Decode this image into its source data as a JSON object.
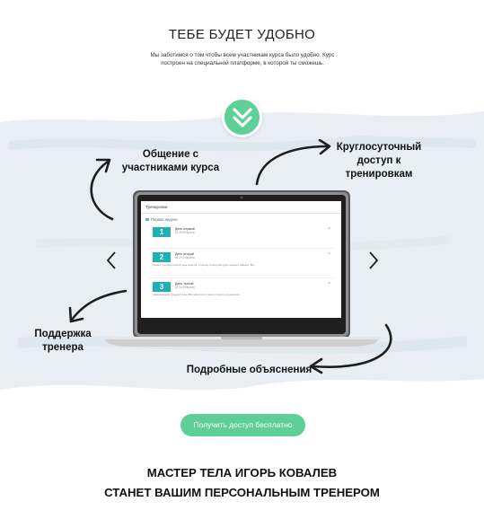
{
  "header": {
    "title": "ТЕБЕ БУДЕТ УДОБНО",
    "subtitle": "Мы заботимся о том чтобы всем участникам курса было удобно. Курс построен на специальной платформе, в которой ты сможешь:"
  },
  "features": {
    "top_left": [
      "Общение с",
      "участниками курса"
    ],
    "top_right": [
      "Круглосуточный",
      "доступ к",
      "тренировкам"
    ],
    "bottom_left": [
      "Поддержка",
      "тренера"
    ],
    "bottom_center": "Подробные объяснения"
  },
  "screen": {
    "bar_title": "Тренировки",
    "week_label": "Первая неделя",
    "lessons": [
      {
        "num": "1",
        "title": "День первый",
        "sub": "@ 28 Февраля",
        "desc": "",
        "close": "×"
      },
      {
        "num": "2",
        "title": "День второй",
        "sub": "@ 29 Февраля",
        "desc": "Привет! Сегодня второй день занятий, а потому и нагрузка будет немного повыше. Вот...",
        "close": "×"
      },
      {
        "num": "3",
        "title": "День третий",
        "sub": "@ 30 Февраля",
        "desc": "Завершающий трудовой день! Все начнётся с самого первого упражнения...",
        "close": "×"
      }
    ]
  },
  "cta": {
    "label": "Получить доступ бесплатно"
  },
  "footer": {
    "line1": "МАСТЕР ТЕЛА ИГОРЬ КОВАЛЕВ",
    "line2": "СТАНЕТ ВАШИМ ПЕРСОНАЛЬНЫМ ТРЕНЕРОМ"
  },
  "colors": {
    "accent": "#5fcf98",
    "lesson_badge": "#1fb0b4",
    "brush": "#e8eef3"
  },
  "icons": {
    "toggle": "double-chevron-down-icon",
    "prev": "chevron-left-icon",
    "next": "chevron-right-icon"
  }
}
